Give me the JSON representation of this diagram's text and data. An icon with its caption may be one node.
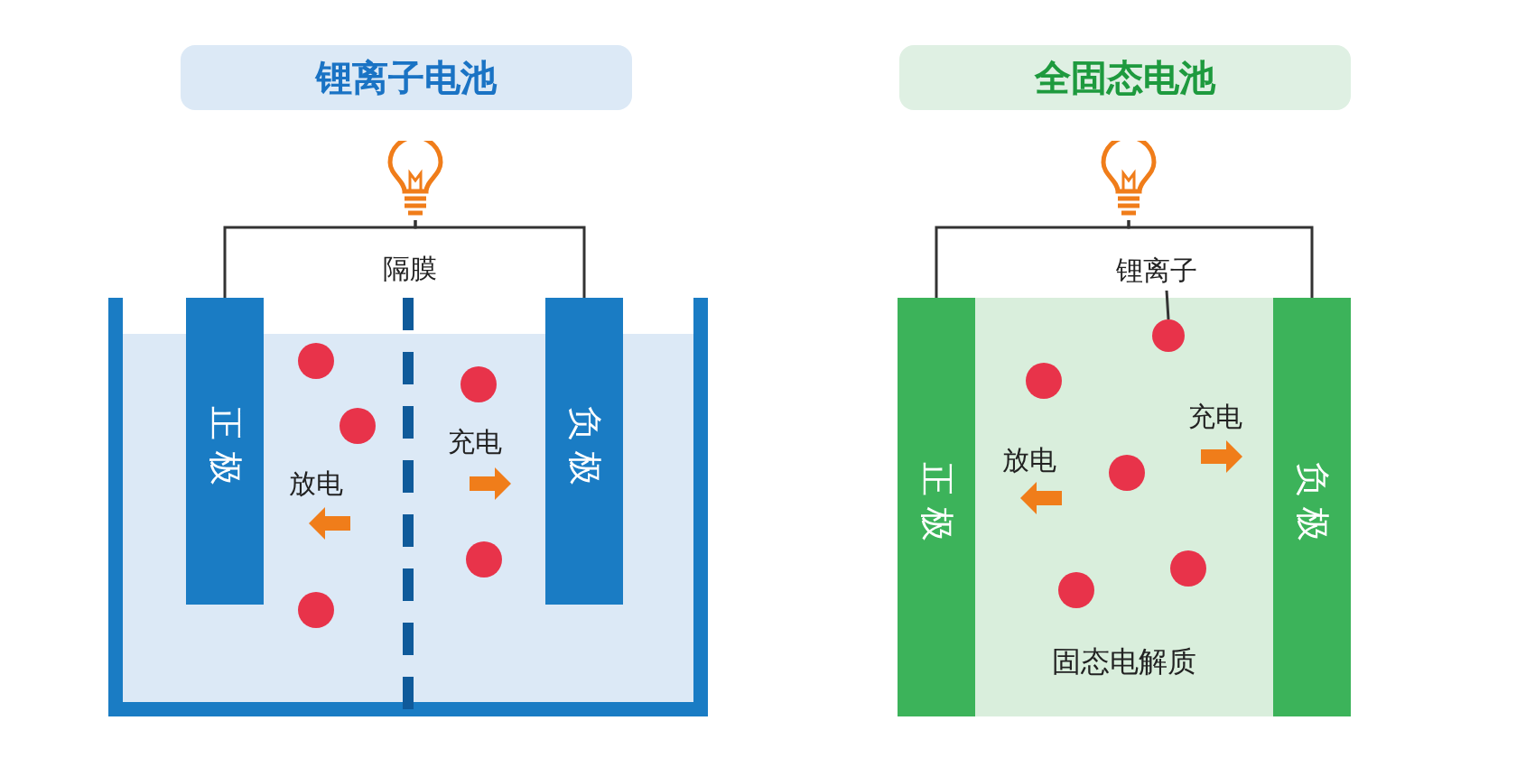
{
  "diagram": {
    "nodes": [
      {
        "text": [
          "锂离子电池"
        ]
      },
      {
        "text": [],
        "shape": "box"
      },
      {
        "text": [],
        "shape": "picture"
      },
      {
        "text": [
          "正极"
        ],
        "in": 1
      },
      {
        "text": [
          "负极"
        ],
        "in": 1
      },
      {
        "text": [
          "全固态电池"
        ]
      },
      {
        "text": [],
        "shape": "picture"
      },
      {
        "text": [
          "正极"
        ]
      },
      {
        "text": [
          "固态电解质"
        ]
      },
      {
        "text": [
          "负极"
        ]
      },
      {
        "text": [
          "锂离子"
        ]
      },
      {
        "text": [],
        "shape": "circle",
        "in": 8
      }
    ],
    "edges": [
      {
        "from": 2,
        "to": 3,
        "arrow": "none"
      },
      {
        "from": 2,
        "to": 4,
        "arrow": "none"
      },
      {
        "from": 6,
        "to": 7,
        "arrow": "none"
      },
      {
        "from": 6,
        "to": 9,
        "arrow": "none"
      },
      {
        "from": 10,
        "to": 11,
        "arrow": "none"
      }
    ],
    "labels": [
      "隔膜",
      "充电",
      "放电",
      "充电",
      "放电"
    ]
  }
}
